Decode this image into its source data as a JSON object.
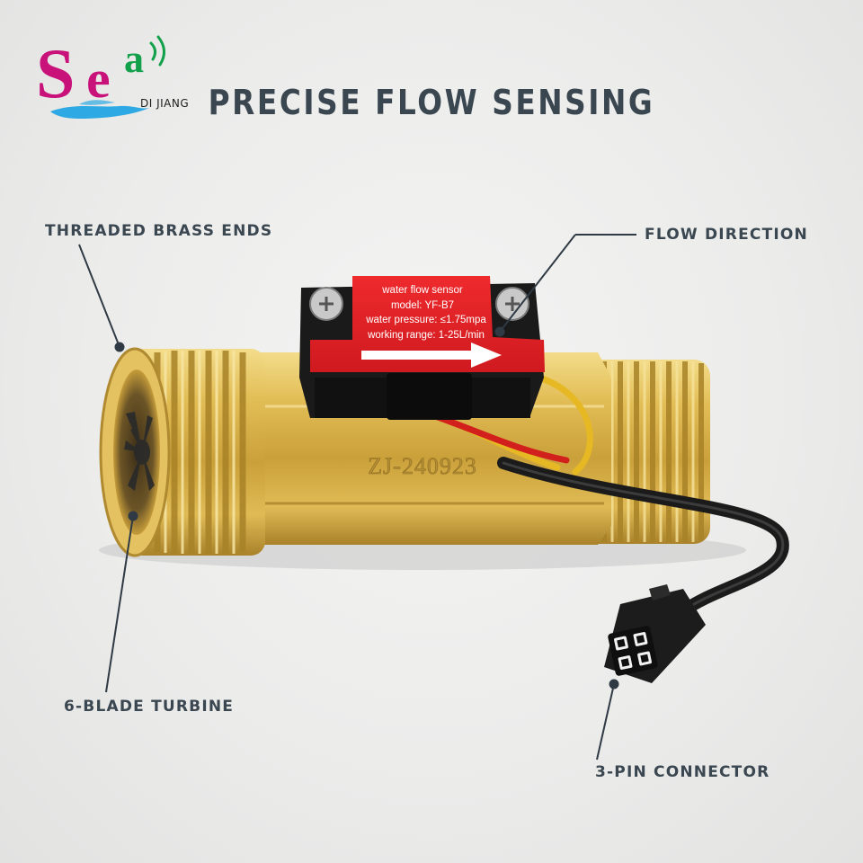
{
  "logo": {
    "mark_s": "S",
    "mark_e": "e",
    "mark_a": "a",
    "subtitle": "DI JIANG",
    "colors": {
      "magenta": "#c8127a",
      "green": "#12a04a",
      "wave": "#2fa9e3"
    }
  },
  "title": "PRECISE FLOW SENSING",
  "callouts": {
    "threaded_ends": "THREADED BRASS ENDS",
    "flow_direction": "FLOW DIRECTION",
    "turbine": "6-BLADE TURBINE",
    "connector": "3-PIN CONNECTOR"
  },
  "sensor_label": {
    "line1": "water  flow sensor",
    "line2": "model:  YF-B7",
    "line3": "water pressure: ≤1.75mpa",
    "line4": "working range: 1-25L/min"
  },
  "body_engraving": "ZJ-240923",
  "colors": {
    "brass": "#d9b04a",
    "label_red": "#e02026",
    "callout_text": "#3a4650",
    "background": "#ececeb"
  }
}
